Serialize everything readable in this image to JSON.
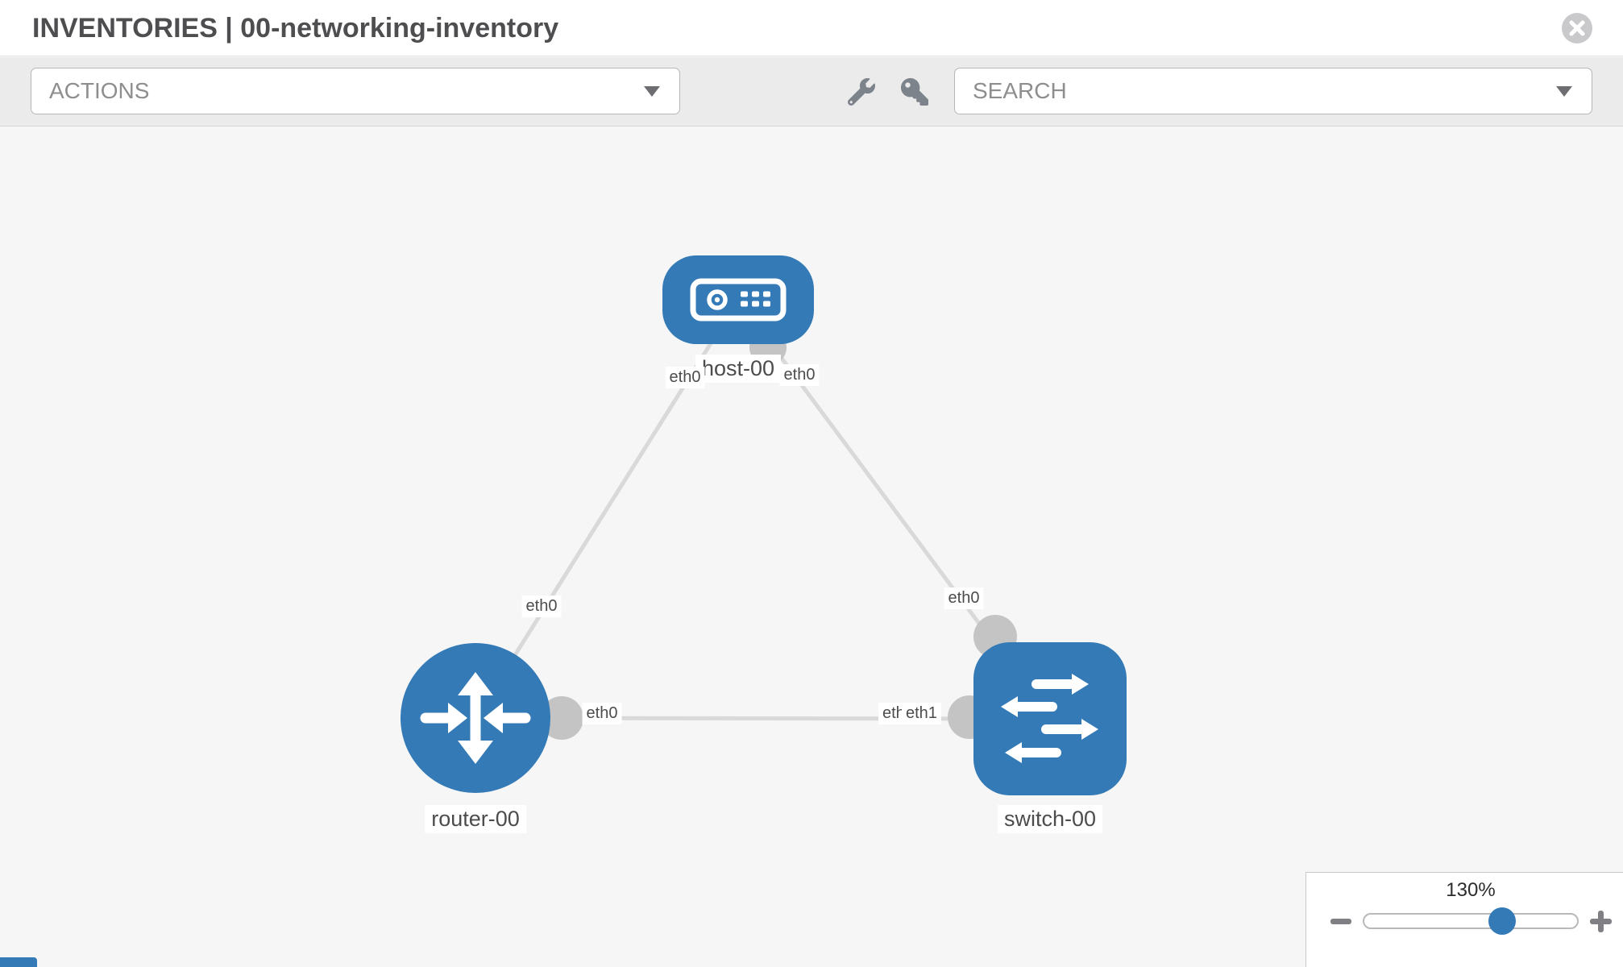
{
  "window": {
    "title": "INVENTORIES | 00-networking-inventory"
  },
  "toolbar": {
    "actions_label": "ACTIONS",
    "search_label": "SEARCH",
    "icons": [
      "wrench-icon",
      "key-icon"
    ]
  },
  "topology": {
    "nodes": [
      {
        "label": "host-00",
        "type": "host"
      },
      {
        "label": "router-00",
        "type": "router"
      },
      {
        "label": "switch-00",
        "type": "switch"
      }
    ],
    "links": [
      {
        "from": "host-00",
        "from_interface": "eth0",
        "to": "router-00",
        "to_interface": "eth0"
      },
      {
        "from": "host-00",
        "from_interface": "eth0",
        "to": "switch-00",
        "to_interface": "eth0"
      },
      {
        "from": "router-00",
        "from_interface": "eth0",
        "to": "switch-00",
        "to_interface": "eth1"
      }
    ]
  },
  "zoom": {
    "level": "130%",
    "zoom_out_icon": "minus",
    "zoom_in_icon": "plus"
  },
  "colors": {
    "node": "#337ab7",
    "edge": "#d9d9d9",
    "port": "#c4c4c4"
  }
}
